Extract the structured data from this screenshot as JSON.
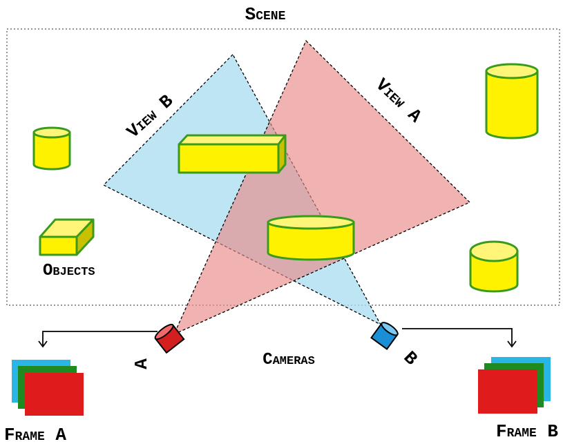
{
  "labels": {
    "scene": "Scene",
    "view_a": "View A",
    "view_b": "View B",
    "objects": "Objects",
    "cameras": "Cameras",
    "camera_a": "A",
    "camera_b": "B",
    "frame_a": "Frame A",
    "frame_b": "Frame B"
  },
  "colors": {
    "view_a_fill": "#e88a88",
    "view_b_fill": "#a8dcef",
    "object_fill": "#fff200",
    "object_stroke": "#3a9a1a",
    "camera_a": "#d41f1f",
    "camera_b": "#1a8fd6",
    "frame_blue": "#29b6e6",
    "frame_green": "#1f8a1f",
    "frame_red": "#e01b1b"
  }
}
